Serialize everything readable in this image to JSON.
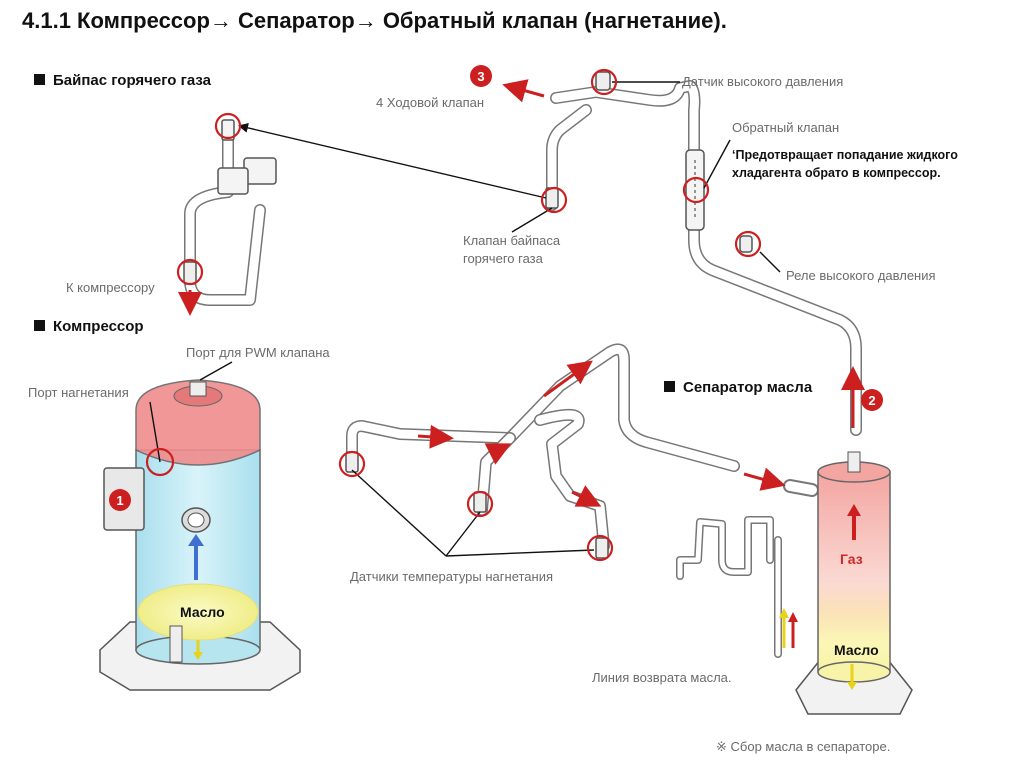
{
  "title": "4.1.1 Компрессор→ Сепаратор→ Обратный клапан (нагнетание).",
  "sections": {
    "bypass": "Байпас горячего газа",
    "compressor": "Компрессор",
    "oil_separator": "Сепаратор масла"
  },
  "labels": {
    "four_way_valve": "4  Ходовой клапан",
    "high_pressure_sensor": "Датчик высокого давления",
    "check_valve": "Обратный клапан",
    "check_valve_note_1": "‘Предотвращает попадание жидкого",
    "check_valve_note_2": "хладагента обрато в компрессор.",
    "bypass_valve_1": "Клапан байпаса",
    "bypass_valve_2": "горячего газа",
    "to_compressor": "К компрессору",
    "high_pressure_relay": "Реле высокого давления",
    "pwm_port": "Порт для PWM клапана",
    "discharge_port": "Порт нагнетания",
    "discharge_temp_sensors": "Датчики  температуры нагнетания",
    "oil_return_line": "Линия возврата масла.",
    "oil_collection_note": "※ Сбор масла в сепараторе.",
    "oil_in_compressor": "Масло",
    "oil_in_separator": "Масло",
    "gas": "Газ"
  },
  "markers": [
    "1",
    "2",
    "3"
  ],
  "colors": {
    "highlight": "#cc2020",
    "oil": "#f4f2a0",
    "compressor_body": "#c7ebf4",
    "compressor_top": "#f08c8c",
    "separator_gas": "#f6b1ad",
    "flow_arrow": "#cc2020",
    "oil_arrow": "#e8d21a",
    "compressor_flow_arrow": "#3f6fd1"
  }
}
